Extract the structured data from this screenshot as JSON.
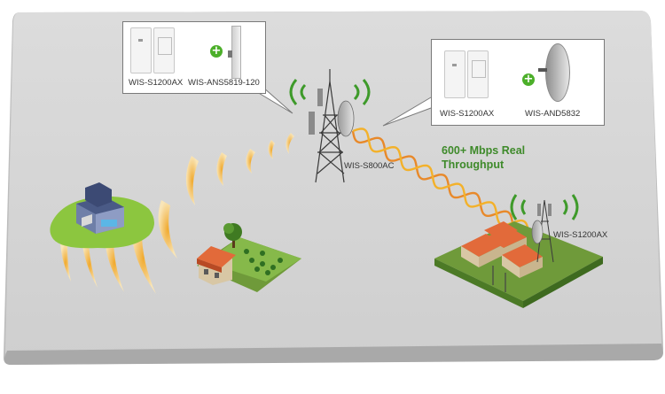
{
  "callout_left": {
    "device_label": "WIS-S1200AX",
    "antenna_label": "WIS-ANS5819-120",
    "plus_symbol": "+"
  },
  "callout_right": {
    "device_label": "WIS-S1200AX",
    "antenna_label": "WIS-AND5832",
    "plus_symbol": "+"
  },
  "tower_label": "WIS-S800AC",
  "remote_label": "WIS-S1200AX",
  "throughput": {
    "line1": "600+ Mbps Real",
    "line2": "Throughput"
  },
  "colors": {
    "background_panel": "#d6d6d6",
    "panel_edge": "#b4b4b4",
    "signal_wave": "#f3b12a",
    "signal_beam": "#f6c96b",
    "link_helix": "#e8892a",
    "grass": "#8cc63f",
    "text_green": "#3e8a2a"
  },
  "icons": [
    "tower-icon",
    "dish-antenna-icon",
    "sector-antenna-icon",
    "access-point-icon",
    "house-icon",
    "tree-icon",
    "building-icon",
    "plus-icon"
  ]
}
